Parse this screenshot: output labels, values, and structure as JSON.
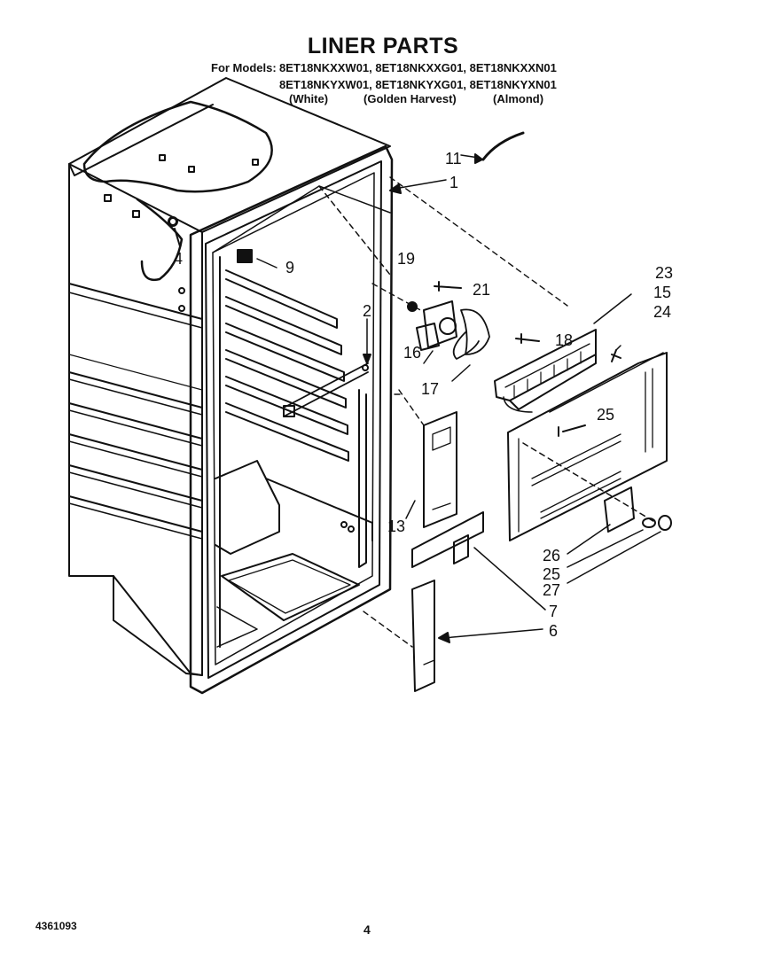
{
  "title": "LINER PARTS",
  "models": {
    "prefix": "For Models:",
    "row1": "8ET18NKXXW01, 8ET18NKXXG01, 8ET18NKXXN01",
    "row2": "8ET18NKYXW01, 8ET18NKYXG01, 8ET18NKYXN01",
    "variants": [
      "(White)",
      "(Golden Harvest)",
      "(Almond)"
    ]
  },
  "callouts": {
    "c1": "1",
    "c2": "2",
    "c4": "4",
    "c6": "6",
    "c7": "7",
    "c9": "9",
    "c11": "11",
    "c13": "13",
    "c15": "15",
    "c16": "16",
    "c17": "17",
    "c18": "18",
    "c19": "19",
    "c21": "21",
    "c23": "23",
    "c24": "24",
    "c25a": "25",
    "c25b": "25",
    "c26": "26",
    "c27": "27"
  },
  "footer": {
    "doc_number": "4361093",
    "page_number": "4"
  }
}
